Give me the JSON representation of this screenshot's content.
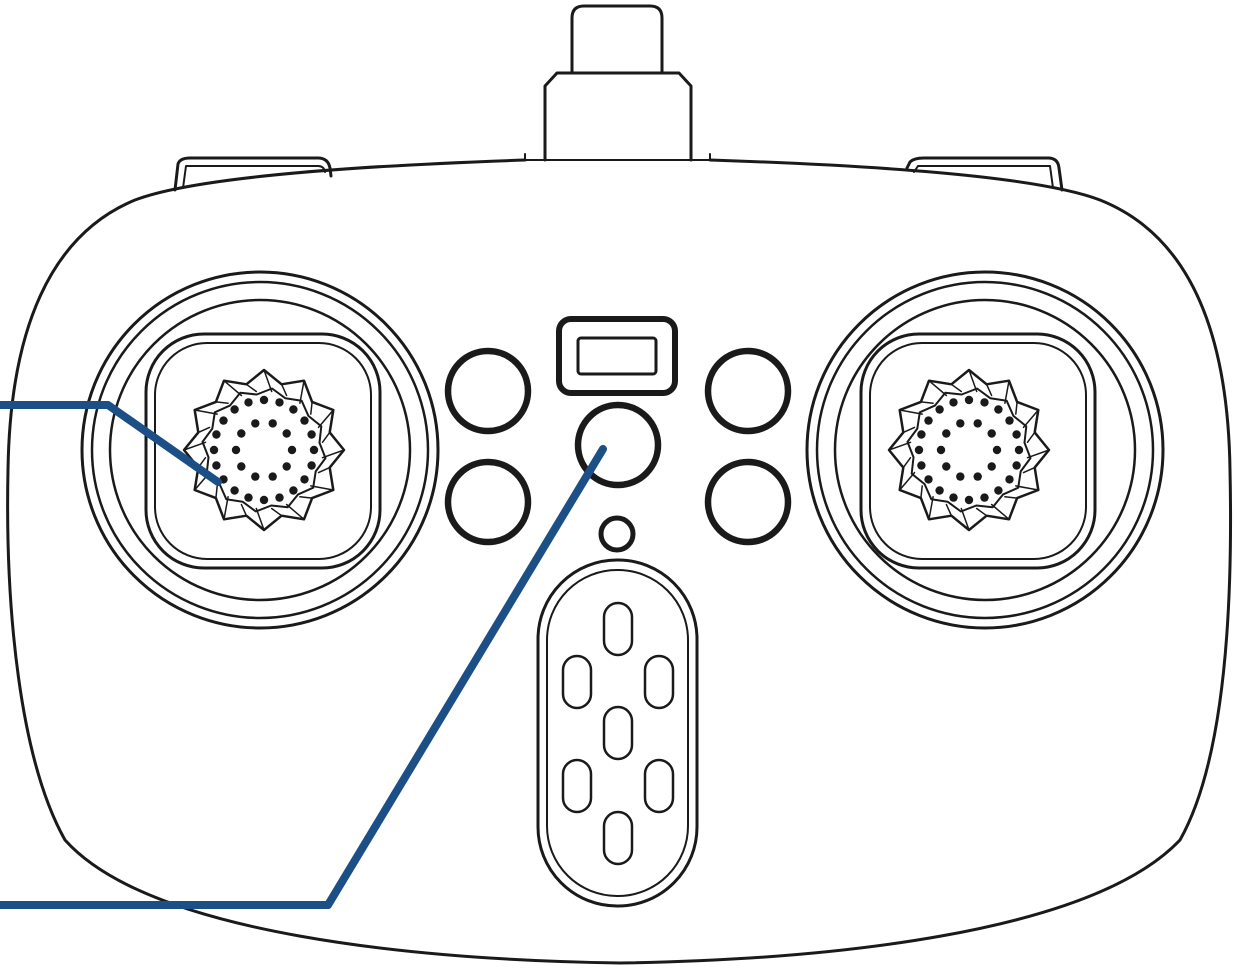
{
  "colors": {
    "line": "#1a1a1a",
    "fill": "#ffffff",
    "callout": "#1b4f86"
  },
  "diagram": {
    "subject": "remote-controller",
    "components": [
      "antenna",
      "left-shoulder-bumper",
      "right-shoulder-bumper",
      "left-joystick",
      "right-joystick",
      "power-switch",
      "center-button",
      "left-top-button",
      "left-bottom-button",
      "right-top-button",
      "right-bottom-button",
      "indicator-light",
      "phone-holder-pad"
    ],
    "callouts": [
      "left-joystick-callout",
      "center-button-callout"
    ]
  }
}
